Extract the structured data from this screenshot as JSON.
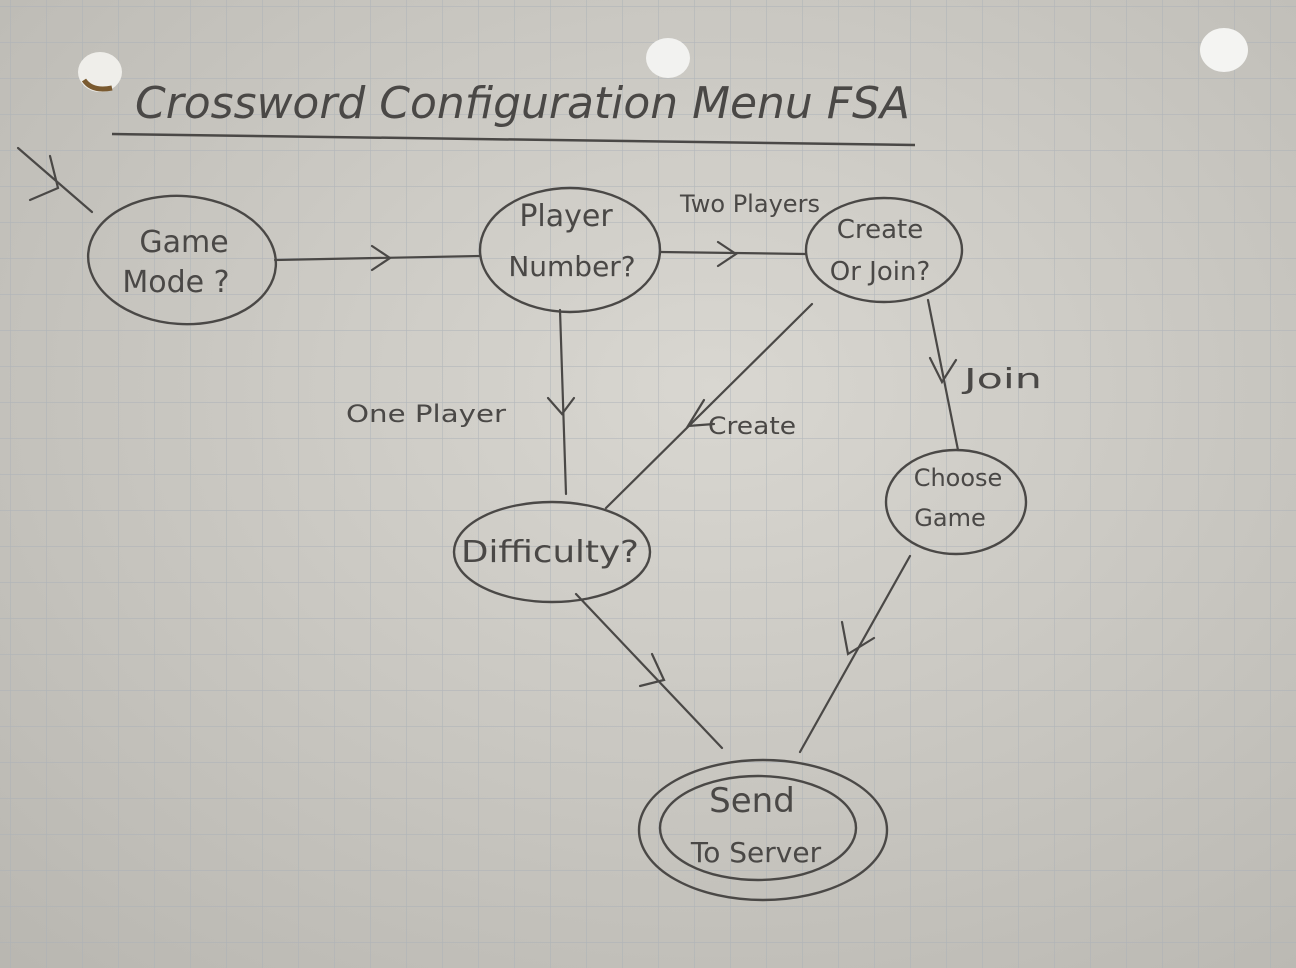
{
  "title": "Crossword Configuration Menu FSA",
  "colors": {
    "paper": "#d3d1cb",
    "grid": "#a9b0b6",
    "ink": "#4a4846",
    "hole": "#f2f2f0"
  },
  "states": [
    {
      "id": "game-mode",
      "lines": [
        "Game",
        "Mode ?"
      ],
      "initial": true
    },
    {
      "id": "player-number",
      "lines": [
        "Player",
        "Number?"
      ]
    },
    {
      "id": "create-or-join",
      "lines": [
        "Create",
        "Or Join?"
      ]
    },
    {
      "id": "difficulty",
      "lines": [
        "Difficulty?"
      ]
    },
    {
      "id": "choose-game",
      "lines": [
        "Choose",
        "Game"
      ]
    },
    {
      "id": "send-to-server",
      "lines": [
        "Send",
        "To Server"
      ],
      "accepting": true
    }
  ],
  "transitions": [
    {
      "from": "game-mode",
      "to": "player-number",
      "label": ""
    },
    {
      "from": "player-number",
      "to": "create-or-join",
      "label": "Two Players"
    },
    {
      "from": "player-number",
      "to": "difficulty",
      "label": "One Player"
    },
    {
      "from": "create-or-join",
      "to": "difficulty",
      "label": "Create"
    },
    {
      "from": "create-or-join",
      "to": "choose-game",
      "label": "Join"
    },
    {
      "from": "difficulty",
      "to": "send-to-server",
      "label": ""
    },
    {
      "from": "choose-game",
      "to": "send-to-server",
      "label": ""
    }
  ]
}
